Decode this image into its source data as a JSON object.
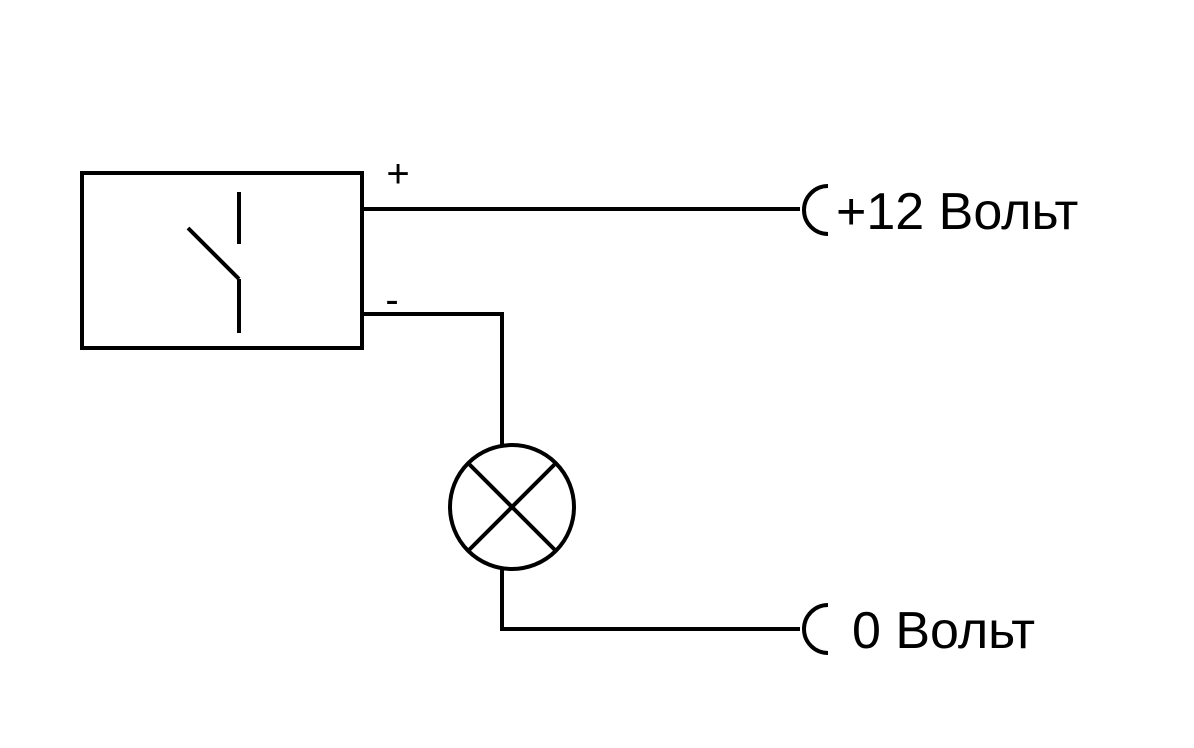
{
  "diagram": {
    "switch_block": {
      "plus_label": "+",
      "minus_label": "-"
    },
    "terminals": {
      "positive": {
        "label": "+12 Вольт"
      },
      "ground": {
        "label": "0 Вольт"
      }
    },
    "lamp": {
      "symbol": "lamp-cross-circle"
    }
  },
  "colors": {
    "background": "#ffffff",
    "line": "#000000"
  }
}
